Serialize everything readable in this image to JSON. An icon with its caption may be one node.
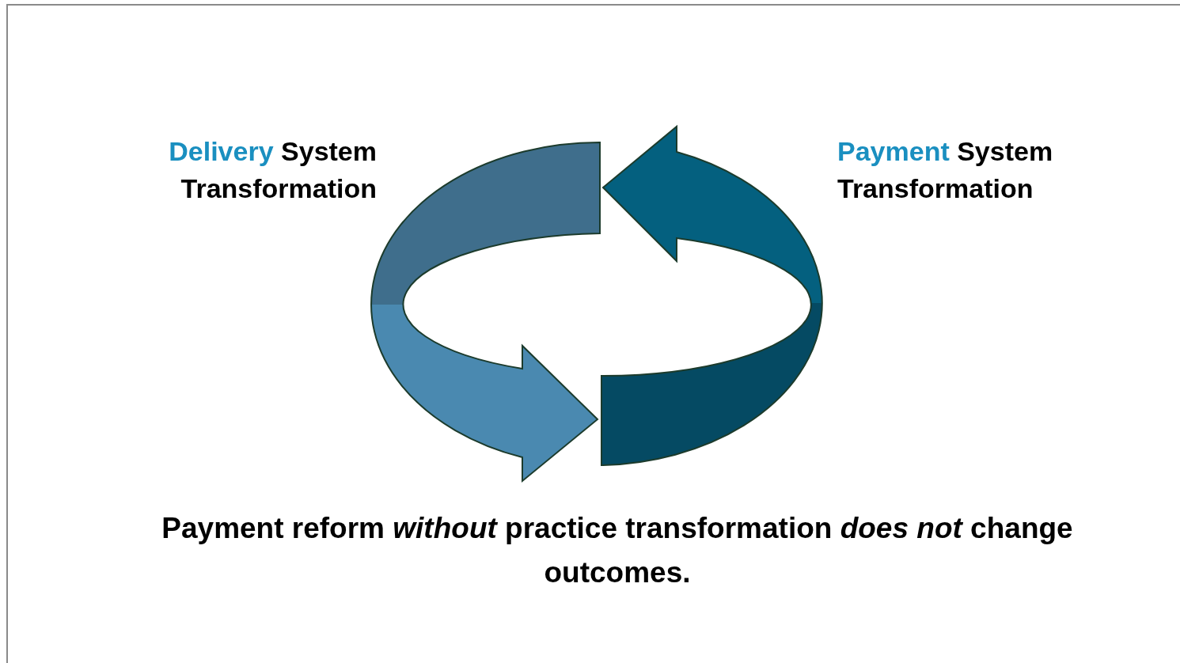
{
  "diagram": {
    "caption": "Payment reform *without* practice transformation *does not* change outcomes.",
    "labels": [
      "Delivery System Transformation",
      "Payment System Transformation"
    ]
  }
}
